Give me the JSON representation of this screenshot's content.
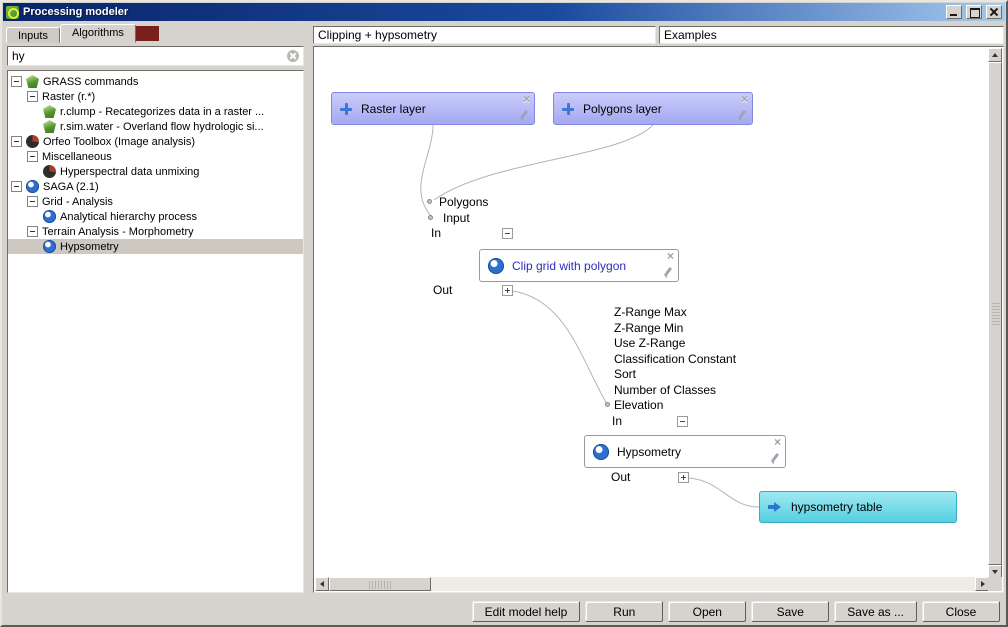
{
  "window": {
    "title": "Processing modeler"
  },
  "left_panel": {
    "tabs": [
      {
        "label": "Inputs"
      },
      {
        "label": "Algorithms"
      }
    ],
    "active_tab": "Algorithms",
    "search": {
      "value": "hy"
    },
    "tree": [
      {
        "label": "GRASS commands",
        "icon": "grass-icon",
        "level": 0,
        "expander": "minus"
      },
      {
        "label": "Raster (r.*)",
        "icon": "",
        "level": 1,
        "expander": "minus"
      },
      {
        "label": "r.clump - Recategorizes data in a raster ...",
        "icon": "grass-icon",
        "level": 2
      },
      {
        "label": "r.sim.water - Overland flow hydrologic si...",
        "icon": "grass-icon",
        "level": 2
      },
      {
        "label": "Orfeo Toolbox (Image analysis)",
        "icon": "otb-icon",
        "level": 0,
        "expander": "minus"
      },
      {
        "label": "Miscellaneous",
        "icon": "",
        "level": 1,
        "expander": "minus"
      },
      {
        "label": "Hyperspectral data unmixing",
        "icon": "otb-icon",
        "level": 2
      },
      {
        "label": "SAGA (2.1)",
        "icon": "saga-icon",
        "level": 0,
        "expander": "minus"
      },
      {
        "label": "Grid - Analysis",
        "icon": "",
        "level": 1,
        "expander": "minus"
      },
      {
        "label": "Analytical hierarchy process",
        "icon": "saga-icon",
        "level": 2
      },
      {
        "label": "Terrain Analysis - Morphometry",
        "icon": "",
        "level": 1,
        "expander": "minus"
      },
      {
        "label": "Hypsometry",
        "icon": "saga-icon",
        "level": 2,
        "selected": true
      }
    ]
  },
  "model_header": {
    "name": "Clipping + hypsometry",
    "group": "Examples"
  },
  "canvas": {
    "nodes": {
      "raster_input": {
        "label": "Raster layer",
        "type": "input"
      },
      "polygons_input": {
        "label": "Polygons layer",
        "type": "input"
      },
      "clip_alg": {
        "label": "Clip grid with polygon",
        "type": "algorithm"
      },
      "hypsometry_alg": {
        "label": "Hypsometry",
        "type": "algorithm"
      },
      "output": {
        "label": "hypsometry table",
        "type": "output"
      }
    },
    "clip_ports": {
      "inputs": [
        "Polygons",
        "Input"
      ],
      "in_label": "In",
      "out_label": "Out"
    },
    "hypsometry_ports": {
      "params": [
        "Z-Range Max",
        "Z-Range Min",
        "Use Z-Range",
        "Classification Constant",
        "Sort",
        "Number of Classes",
        "Elevation"
      ],
      "in_label": "In",
      "out_label": "Out"
    },
    "colors": {
      "input_node": "#a4a9f1",
      "output_node": "#55cfe2",
      "algorithm_node": "#ffffff",
      "edge": "#b4b4b4"
    }
  },
  "icons": {
    "delete": "×"
  },
  "footer": {
    "buttons": [
      "Edit model help",
      "Run",
      "Open",
      "Save",
      "Save as ...",
      "Close"
    ]
  }
}
